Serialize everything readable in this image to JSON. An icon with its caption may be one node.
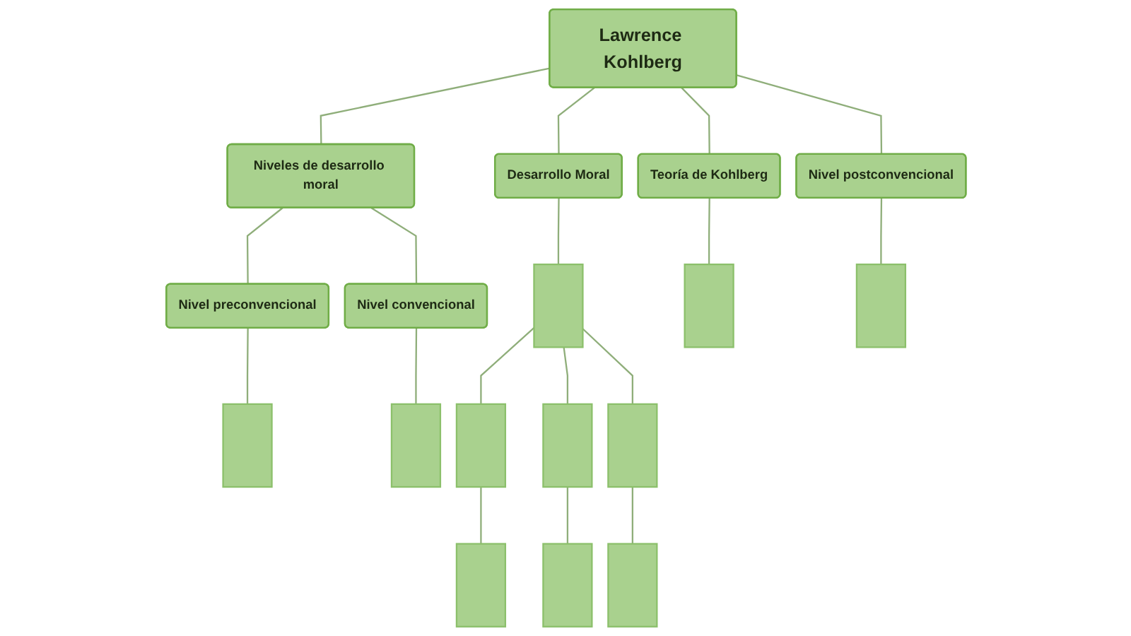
{
  "diagram": {
    "nodes": [
      {
        "text": [
          "Lawrence Kohlberg"
        ]
      },
      {
        "text": [
          "Desarrollo Moral"
        ]
      },
      {
        "text": [
          "Teoría de Kohlberg"
        ]
      },
      {
        "text": [
          "Niveles de desarrollo moral"
        ]
      },
      {
        "text": [
          "Nivel preconvencional"
        ]
      },
      {
        "text": [
          "Nivel convencional"
        ]
      },
      {
        "text": [
          "Nivel postconvencional"
        ]
      },
      {
        "text": [],
        "shape": "box"
      },
      {
        "text": [],
        "shape": "box"
      },
      {
        "text": [],
        "shape": "box"
      },
      {
        "text": [],
        "shape": "box"
      },
      {
        "text": [],
        "shape": "box"
      },
      {
        "text": [],
        "shape": "box"
      },
      {
        "text": [],
        "shape": "box"
      },
      {
        "text": [],
        "shape": "box"
      },
      {
        "text": [],
        "shape": "box"
      },
      {
        "text": [],
        "shape": "box"
      },
      {
        "text": [],
        "shape": "box"
      }
    ],
    "edges": [
      {
        "from": 0,
        "to": 1,
        "arrow": "none"
      },
      {
        "from": 0,
        "to": 2,
        "arrow": "none"
      },
      {
        "from": 0,
        "to": 3,
        "arrow": "none"
      },
      {
        "from": 0,
        "to": 6,
        "arrow": "none"
      },
      {
        "from": 3,
        "to": 4,
        "arrow": "none"
      },
      {
        "from": 3,
        "to": 5,
        "arrow": "none"
      },
      {
        "from": 1,
        "to": 7,
        "arrow": "none"
      },
      {
        "from": 2,
        "to": 8,
        "arrow": "none"
      },
      {
        "from": 4,
        "to": 9,
        "arrow": "none"
      },
      {
        "from": 5,
        "to": 10,
        "arrow": "none"
      },
      {
        "from": 6,
        "to": 11,
        "arrow": "none"
      },
      {
        "from": 7,
        "to": 12,
        "arrow": "none"
      },
      {
        "from": 7,
        "to": 13,
        "arrow": "none"
      },
      {
        "from": 7,
        "to": 14,
        "arrow": "none"
      },
      {
        "from": 12,
        "to": 15,
        "arrow": "none"
      },
      {
        "from": 13,
        "to": 16,
        "arrow": "none"
      },
      {
        "from": 14,
        "to": 17,
        "arrow": "none"
      }
    ]
  }
}
